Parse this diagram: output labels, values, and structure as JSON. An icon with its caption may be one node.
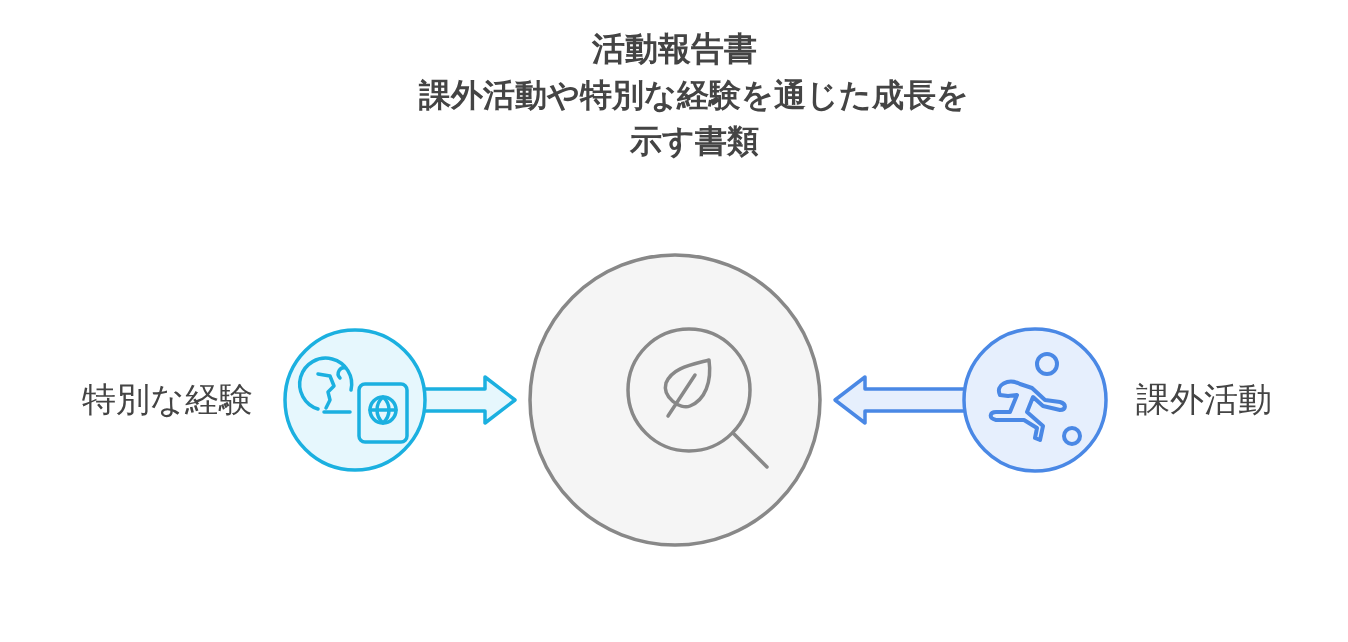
{
  "diagram": {
    "title": "活動報告書",
    "nodes": [
      {
        "text": [
          "特別な経験"
        ]
      },
      {
        "text": [],
        "shape": "circle"
      },
      {
        "text": [
          "課外活動"
        ]
      }
    ],
    "edges": [
      {
        "from": 0,
        "to": 1,
        "arrow": "to",
        "color": "#1bb0e0"
      },
      {
        "from": 2,
        "to": 1,
        "arrow": "to",
        "color": "#4a88e5"
      }
    ],
    "labels": [
      "課外活動や特別な経験を通じた成長を示す書類"
    ]
  }
}
